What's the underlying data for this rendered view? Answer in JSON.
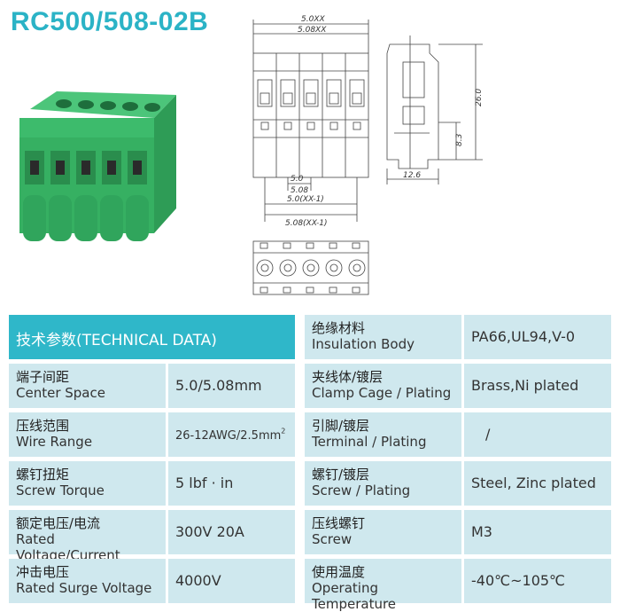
{
  "title": "RC500/508-02B",
  "drawing": {
    "top_dim_1": "5.0XX",
    "top_dim_2": "5.08XX",
    "pitch_1": "5.0",
    "pitch_2": "5.08",
    "span_1": "5.0(XX-1)",
    "span_2": "5.08(XX-1)",
    "height_total": "26.0",
    "height_lower": "8.3",
    "width_side": "12.6"
  },
  "table": {
    "header": "技术参数(TECHNICAL DATA)",
    "left_rows": [
      {
        "cn": "端子间距",
        "en": "Center Space",
        "value": "5.0/5.08mm"
      },
      {
        "cn": "压线范围",
        "en": "Wire Range",
        "value": "26-12AWG/2.5mm",
        "sup": "2"
      },
      {
        "cn": "螺钉扭矩",
        "en": "Screw Torque",
        "value": "5 lbf · in"
      },
      {
        "cn": "额定电压/电流",
        "en": "Rated Voltage/Current",
        "value": "300V 20A"
      },
      {
        "cn": "冲击电压",
        "en": "Rated Surge Voltage",
        "value": "4000V"
      }
    ],
    "right_rows": [
      {
        "cn": "绝缘材料",
        "en": "Insulation Body",
        "value": "PA66,UL94,V-0"
      },
      {
        "cn": "夹线体/镀层",
        "en": "Clamp Cage / Plating",
        "value": "Brass,Ni plated"
      },
      {
        "cn": "引脚/镀层",
        "en": "Terminal / Plating",
        "value": "/"
      },
      {
        "cn": "螺钉/镀层",
        "en": "Screw / Plating",
        "value": "Steel, Zinc plated"
      },
      {
        "cn": "压线螺钉",
        "en": "Screw",
        "value": "M3"
      },
      {
        "cn": "使用温度",
        "en": "Operating Temperature",
        "value": "-40℃~105℃"
      }
    ]
  },
  "colors": {
    "accent": "#2bb3c6",
    "row_bg": "#cfe8ee",
    "product_green": "#3fb86a"
  }
}
